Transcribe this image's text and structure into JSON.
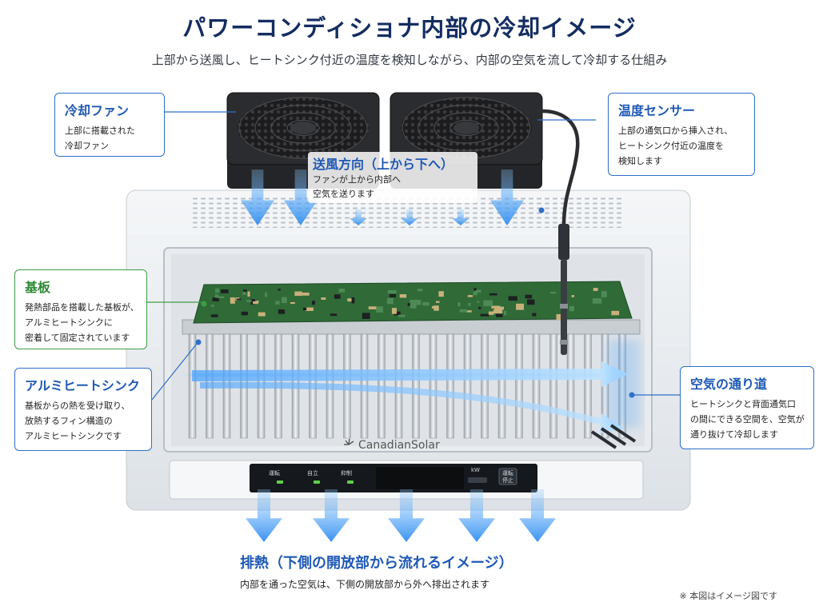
{
  "header": {
    "title": "パワーコンディショナ内部の冷却イメージ",
    "subtitle": "上部から送風し、ヒートシンク付近の温度を検知しながら、内部の空気を流して冷却する仕組み"
  },
  "callouts": {
    "fan": {
      "title": "冷却ファン",
      "lines": [
        "上部に搭載された",
        "冷却ファン"
      ]
    },
    "sensor": {
      "title": "温度センサー",
      "lines": [
        "上部の通気口から挿入され、",
        "ヒートシンク付近の温度を",
        "検知します"
      ]
    },
    "board": {
      "title": "基板",
      "lines": [
        "発熱部品を搭載した基板が、",
        "アルミヒートシンクに",
        "密着して固定されています"
      ]
    },
    "heatsink": {
      "title": "アルミヒートシンク",
      "lines": [
        "基板からの熱を受け取り、",
        "放熱するフィン構造の",
        "アルミヒートシンクです"
      ]
    },
    "airpath": {
      "title": "空気の通り道",
      "lines": [
        "ヒートシンクと背面通気口",
        "の間にできる空間を、空気が",
        "通り抜けて冷却します"
      ]
    }
  },
  "airflow": {
    "title": "送風方向（上から下へ）",
    "lines": [
      "ファンが上から内部へ",
      "空気を送ります"
    ]
  },
  "exhaust": {
    "title": "排熱（下側の開放部から流れるイメージ）",
    "body": "内部を通った空気は、下側の開放部から外へ排出されます"
  },
  "panel": {
    "brand": "CanadianSolar",
    "indicators": [
      "運転",
      "自立",
      "抑制"
    ],
    "unit": "kW",
    "button": [
      "運転",
      "停止"
    ]
  },
  "note": "※ 本図はイメージ図です",
  "icons": [
    "fan-icon",
    "sensor-probe-icon",
    "arrow-down-icon",
    "sun-logo-icon"
  ],
  "colors": {
    "accent": "#1f59b4",
    "board_green": "#3f9c45",
    "airflow_blue": "#4aa3ff"
  }
}
